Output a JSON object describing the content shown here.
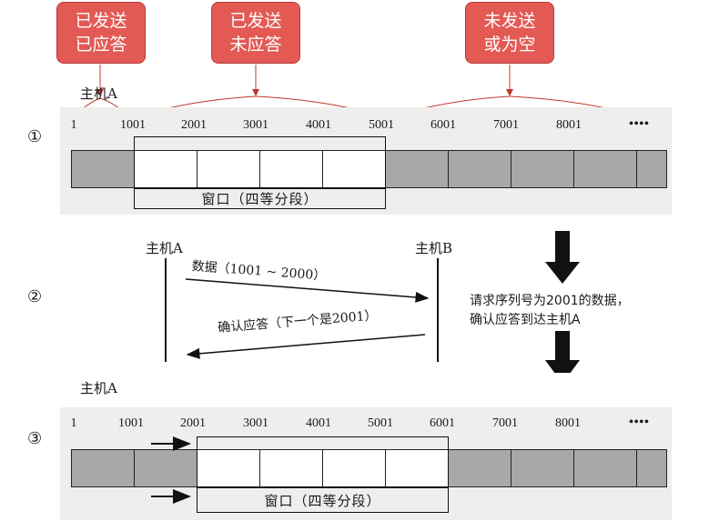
{
  "callouts": [
    {
      "line1": "已发送",
      "line2": "已应答"
    },
    {
      "line1": "已发送",
      "line2": "未应答"
    },
    {
      "line1": "未发送",
      "line2": "或为空"
    }
  ],
  "step1": {
    "marker": "①",
    "host": "主机A",
    "seq_labels": [
      "1",
      "1001",
      "2001",
      "3001",
      "4001",
      "5001",
      "6001",
      "7001",
      "8001",
      "••••"
    ],
    "window_label": "窗口（四等分段）"
  },
  "step2": {
    "marker": "②",
    "host_a": "主机A",
    "host_b": "主机B",
    "data_msg": "数据（1001 ~ 2000）",
    "ack_msg": "确认应答（下一个是2001）",
    "note_line1": "请求序列号为2001的数据，",
    "note_line2": "确认应答到达主机A"
  },
  "step3": {
    "marker": "③",
    "host": "主机A",
    "seq_labels": [
      "1",
      "1001",
      "2001",
      "3001",
      "4001",
      "5001",
      "6001",
      "7001",
      "8001",
      "••••"
    ],
    "window_label": "窗口（四等分段）"
  },
  "colors": {
    "callout_fill": "#e35a55",
    "segment_gray": "#a8a8a8",
    "arrow_red": "#c0392b"
  }
}
